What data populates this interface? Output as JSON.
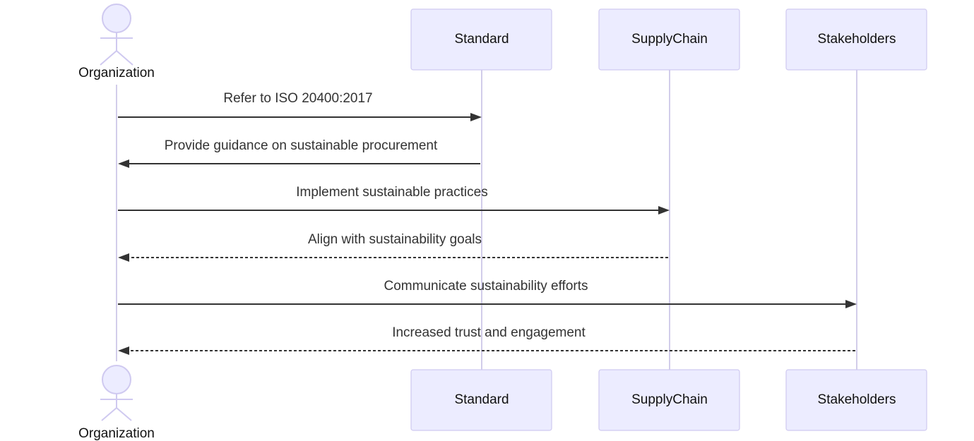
{
  "actor": {
    "name": "Organization"
  },
  "participants": [
    {
      "id": "standard",
      "label": "Standard"
    },
    {
      "id": "supplychain",
      "label": "SupplyChain"
    },
    {
      "id": "stakeholders",
      "label": "Stakeholders"
    }
  ],
  "messages": [
    {
      "from": "organization",
      "to": "standard",
      "text": "Refer to ISO 20400:2017",
      "style": "solid"
    },
    {
      "from": "standard",
      "to": "organization",
      "text": "Provide guidance on sustainable procurement",
      "style": "solid"
    },
    {
      "from": "organization",
      "to": "supplychain",
      "text": "Implement sustainable practices",
      "style": "solid"
    },
    {
      "from": "supplychain",
      "to": "organization",
      "text": "Align with sustainability goals",
      "style": "dashed"
    },
    {
      "from": "organization",
      "to": "stakeholders",
      "text": "Communicate sustainability efforts",
      "style": "solid"
    },
    {
      "from": "stakeholders",
      "to": "organization",
      "text": "Increased trust and engagement",
      "style": "dashed"
    }
  ],
  "colors": {
    "participant_fill": "#ececff",
    "participant_border": "#cfc9f0",
    "lifeline": "#d2cdea",
    "arrow": "#333333"
  }
}
